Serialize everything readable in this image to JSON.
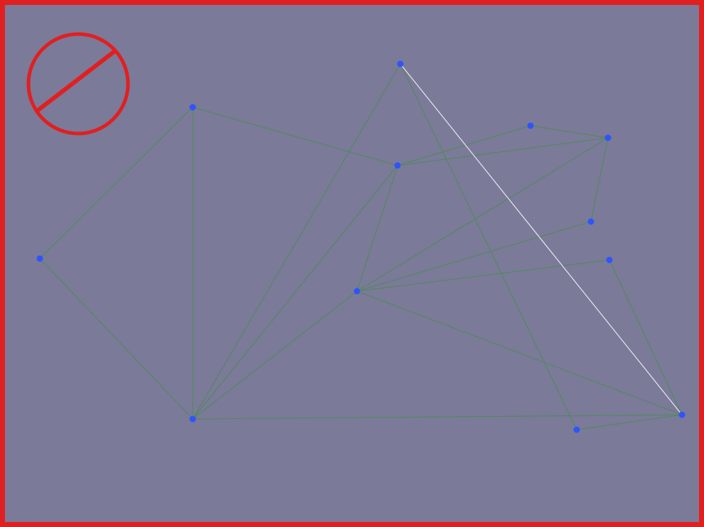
{
  "canvas": {
    "background": "#7b7a99",
    "border_color": "#e02020"
  },
  "forbidden_icon": {
    "name": "prohibited-icon",
    "color": "#e02020"
  },
  "graph": {
    "node_color": "#2f54ff",
    "edge_color": "#4e8a55",
    "highlight_edge_color": "#e8e8ee",
    "nodes": [
      "n-left",
      "n-top-left",
      "n-bottom-left",
      "n-top",
      "n-center-top",
      "n-center",
      "n-right-a",
      "n-right-b",
      "n-right-c",
      "n-right-d",
      "n-bottom-right",
      "n-far-right"
    ],
    "edges": [
      [
        "n-left",
        "n-top-left"
      ],
      [
        "n-left",
        "n-bottom-left"
      ],
      [
        "n-top-left",
        "n-bottom-left"
      ],
      [
        "n-top-left",
        "n-center-top"
      ],
      [
        "n-top",
        "n-bottom-left"
      ],
      [
        "n-top",
        "n-bottom-right"
      ],
      [
        "n-center-top",
        "n-bottom-left"
      ],
      [
        "n-center-top",
        "n-center"
      ],
      [
        "n-center-top",
        "n-right-a"
      ],
      [
        "n-center-top",
        "n-right-b"
      ],
      [
        "n-right-a",
        "n-right-b"
      ],
      [
        "n-right-b",
        "n-right-c"
      ],
      [
        "n-right-b",
        "n-center"
      ],
      [
        "n-right-c",
        "n-center"
      ],
      [
        "n-right-d",
        "n-center"
      ],
      [
        "n-right-d",
        "n-far-right"
      ],
      [
        "n-center",
        "n-bottom-left"
      ],
      [
        "n-center",
        "n-far-right"
      ],
      [
        "n-bottom-left",
        "n-far-right"
      ],
      [
        "n-bottom-right",
        "n-far-right"
      ]
    ],
    "highlight_edges": [
      [
        "n-top",
        "n-far-right"
      ]
    ]
  }
}
